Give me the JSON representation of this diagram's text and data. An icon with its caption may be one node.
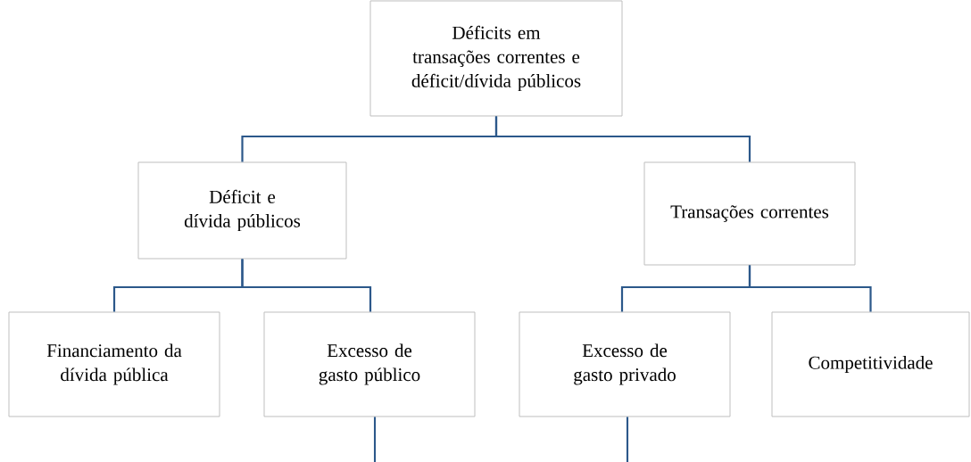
{
  "diagram": {
    "nodes": [
      {
        "text": [
          "Déficits em transações correntes e déficit/dívida públicos"
        ]
      },
      {
        "text": [
          "Déficit e dívida públicos"
        ]
      },
      {
        "text": [
          "Transações correntes"
        ]
      },
      {
        "text": [
          "Financiamento da dívida pública"
        ]
      },
      {
        "text": [
          "Excesso de gasto público"
        ]
      },
      {
        "text": [
          "Excesso de gasto privado"
        ]
      },
      {
        "text": [
          "Competitividade"
        ]
      }
    ],
    "edges": [
      {
        "from": 0,
        "to": 1,
        "arrow": "none"
      },
      {
        "from": 0,
        "to": 2,
        "arrow": "none"
      },
      {
        "from": 1,
        "to": 3,
        "arrow": "none"
      },
      {
        "from": 1,
        "to": 4,
        "arrow": "none"
      },
      {
        "from": 2,
        "to": 5,
        "arrow": "none"
      },
      {
        "from": 2,
        "to": 6,
        "arrow": "none"
      },
      {
        "from": 4,
        "to": null,
        "arrow": "none"
      },
      {
        "from": 5,
        "to": null,
        "arrow": "none"
      }
    ]
  }
}
